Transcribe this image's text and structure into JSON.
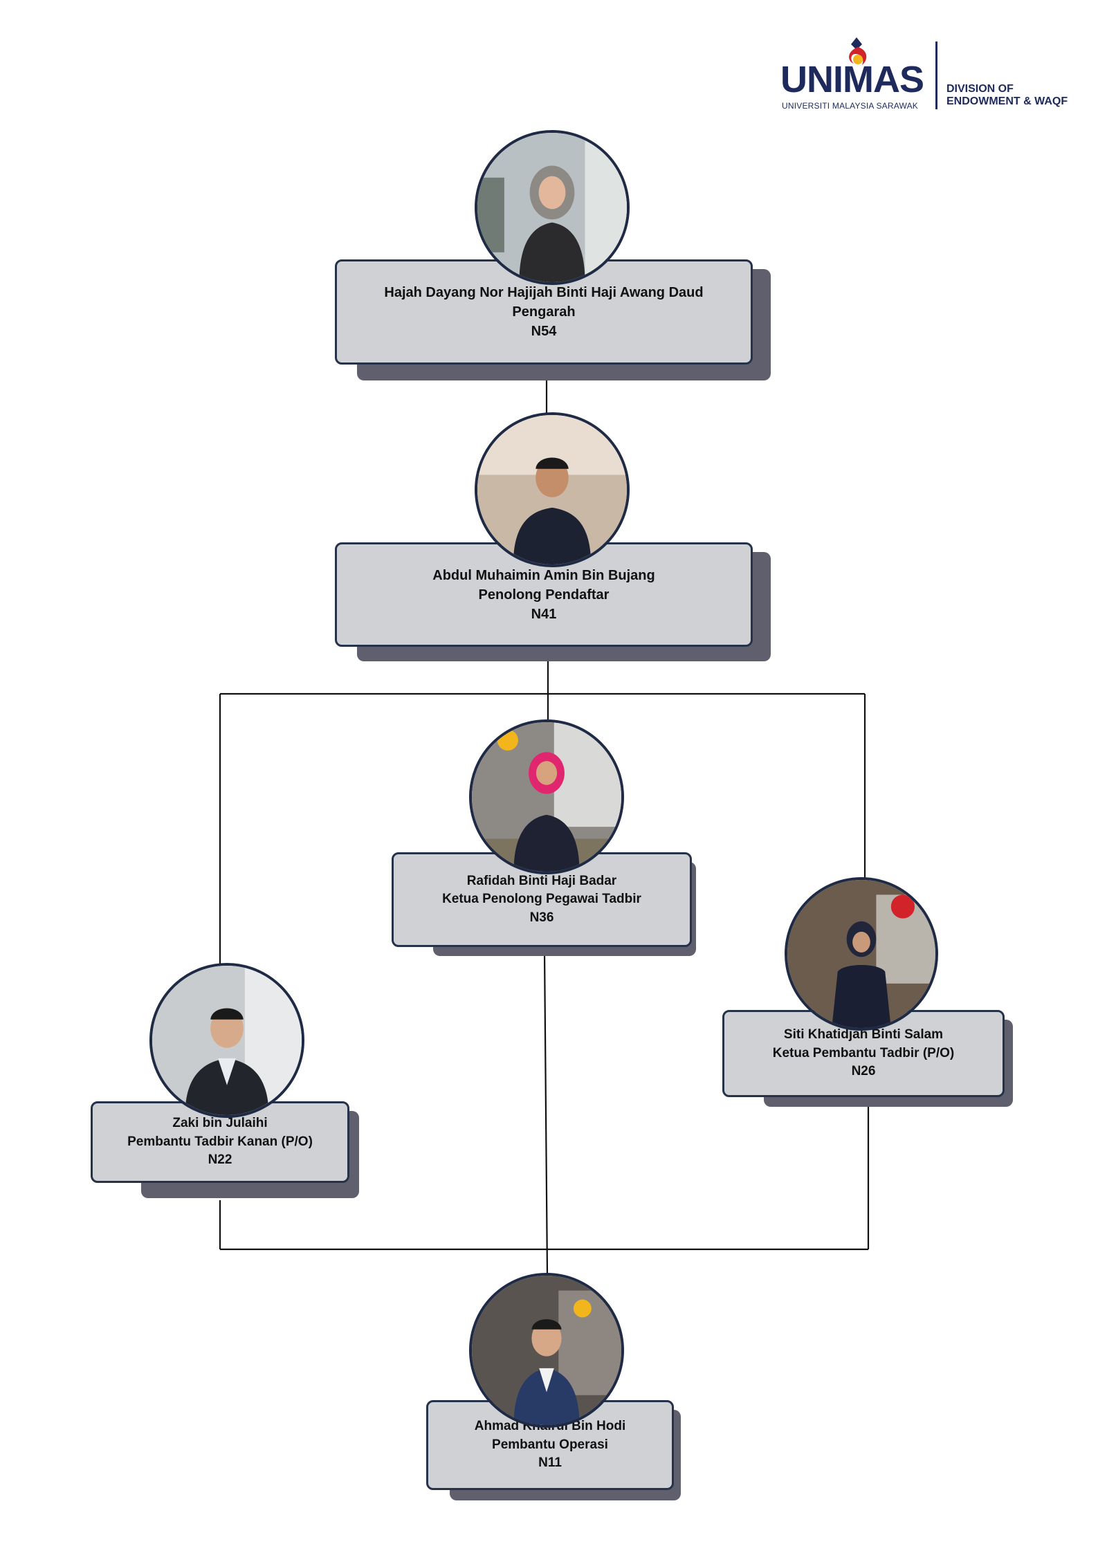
{
  "logo": {
    "wordmark": "UNIMAS",
    "university": "UNIVERSITI MALAYSIA SARAWAK",
    "division_line1": "DIVISION OF",
    "division_line2": "ENDOWMENT & WAQF"
  },
  "staff": {
    "director": {
      "name": "Hajah Dayang Nor Hajijah Binti  Haji Awang Daud",
      "title": "Pengarah",
      "grade": "N54"
    },
    "asst_registrar": {
      "name": "Abdul Muhaimin Amin Bin Bujang",
      "title": "Penolong Pendaftar",
      "grade": "N41"
    },
    "chief_admin": {
      "name": "Rafidah Binti Haji Badar",
      "title": "Ketua Penolong Pegawai Tadbir",
      "grade": "N36"
    },
    "chief_assistant": {
      "name": "Siti Khatidjah Binti Salam",
      "title": "Ketua Pembantu Tadbir (P/O)",
      "grade": "N26"
    },
    "senior_assistant": {
      "name": "Zaki bin Julaihi",
      "title": "Pembantu Tadbir Kanan (P/O)",
      "grade": "N22"
    },
    "operations": {
      "name": "Ahmad Khairul Bin Hodi",
      "title": "Pembantu Operasi",
      "grade": "N11"
    }
  },
  "colors": {
    "card_fill": "#cfd1d4",
    "card_border": "#25324a",
    "card_shadow": "#5f5f6e",
    "connector": "#111111",
    "brand_navy": "#1e2a5c",
    "brand_red": "#d2232a",
    "brand_yellow": "#f2b51c"
  }
}
